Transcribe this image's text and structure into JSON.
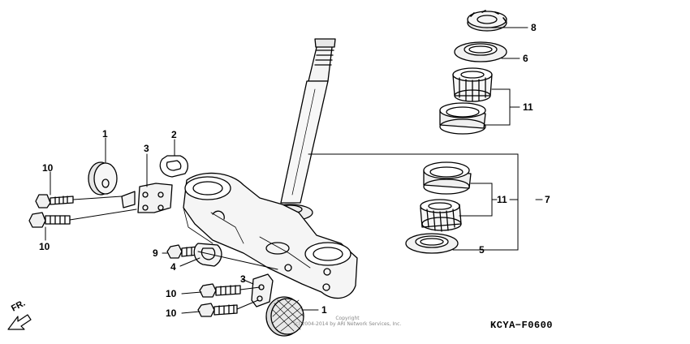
{
  "diagram": {
    "callouts": {
      "c1_top": "1",
      "c1_bottom": "1",
      "c2": "2",
      "c3_top": "3",
      "c3_bottom": "3",
      "c4": "4",
      "c5": "5",
      "c6": "6",
      "c7": "7",
      "c8": "8",
      "c9": "9",
      "c10_a": "10",
      "c10_b": "10",
      "c10_c": "10",
      "c10_d": "10",
      "c11_top": "11",
      "c11_bottom": "11"
    },
    "direction_label": "FR.",
    "part_code": "KCYA−F0600",
    "copyright_line1": "Copyright",
    "copyright_line2": "(c) 2004-2014 by ARI Network Services, Inc."
  }
}
